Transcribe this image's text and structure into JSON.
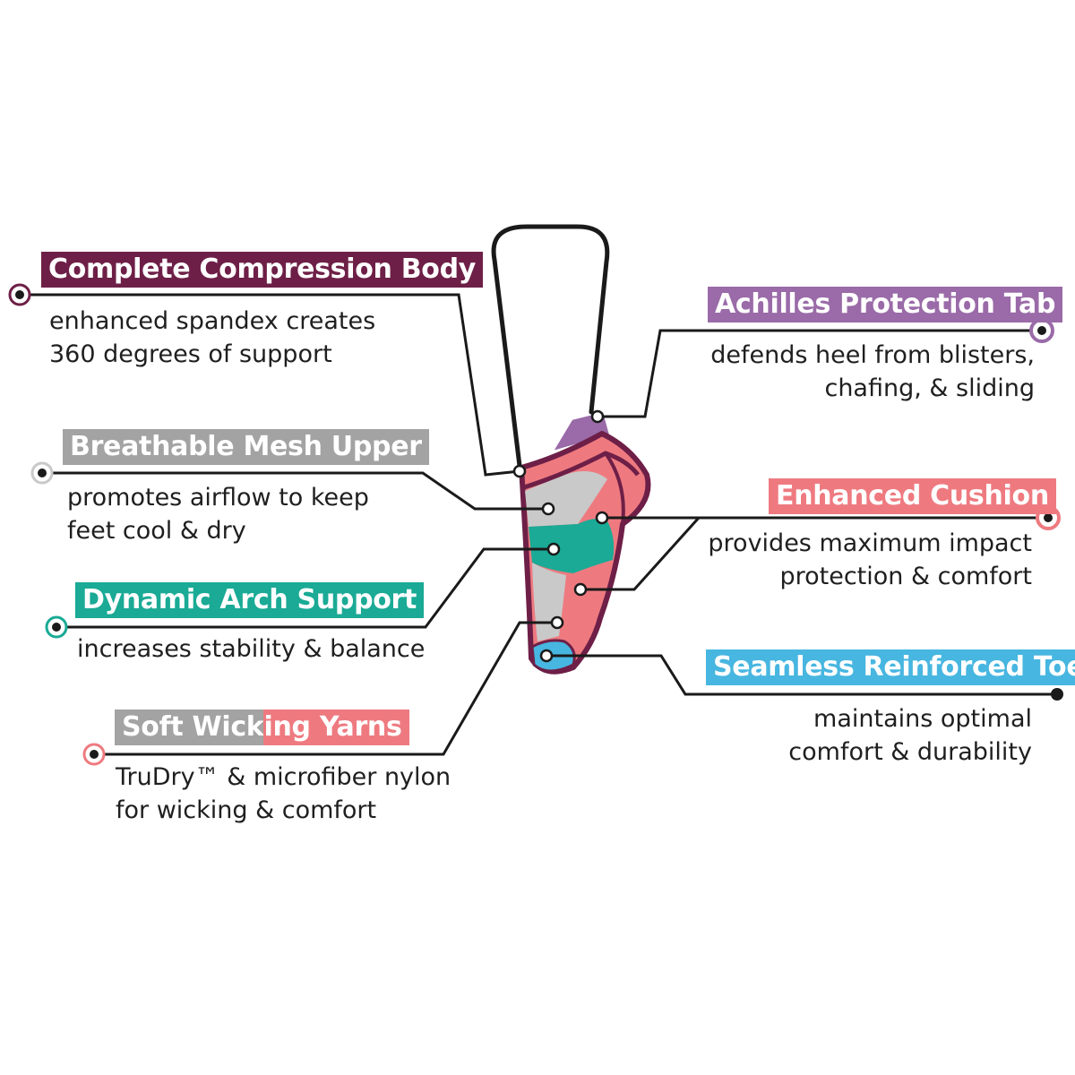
{
  "colors": {
    "compression": "#6e1f47",
    "achilles": "#9a6ba8",
    "mesh": "#a3a3a3",
    "cushion": "#ee7a80",
    "arch": "#1aaa95",
    "toe": "#47b6e0",
    "wicking_gray": "#a3a3a3",
    "wicking_pink": "#ee7a80",
    "leader_line": "#1a1a1a",
    "sock_outline": "#6e1f47"
  },
  "features": [
    {
      "id": "compression",
      "title": "Complete Compression Body",
      "lines": [
        "enhanced spandex creates",
        "360 degrees of support"
      ]
    },
    {
      "id": "achilles",
      "title": "Achilles Protection Tab",
      "lines": [
        "defends heel from blisters,",
        "chafing, & sliding"
      ]
    },
    {
      "id": "mesh",
      "title": "Breathable Mesh Upper",
      "lines": [
        "promotes airflow to keep",
        "feet cool & dry"
      ]
    },
    {
      "id": "cushion",
      "title": "Enhanced Cushion",
      "lines": [
        "provides maximum impact",
        "protection & comfort"
      ]
    },
    {
      "id": "arch",
      "title": "Dynamic Arch Support",
      "lines": [
        "increases stability & balance"
      ]
    },
    {
      "id": "toe",
      "title": "Seamless Reinforced Toe",
      "lines": [
        "maintains optimal",
        "comfort & durability"
      ]
    },
    {
      "id": "wicking",
      "title_part1": "Soft Wick",
      "title_part2": "ing Yarns",
      "lines": [
        "TruDry™ & microfiber nylon",
        "for wicking & comfort"
      ]
    }
  ]
}
